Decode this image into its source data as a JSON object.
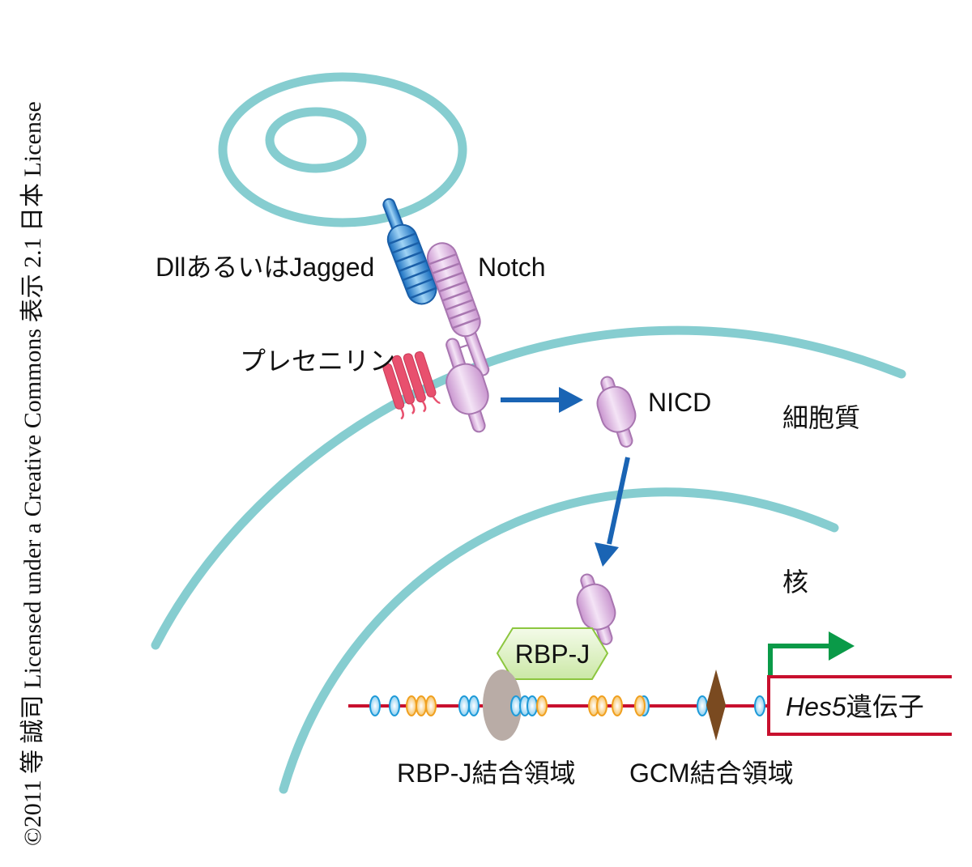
{
  "copyright": "©2011 等 誠司 Licensed under a Creative Commons 表示 2.1 日本 License",
  "labels": {
    "ligand": "DllあるいはJagged",
    "notch": "Notch",
    "presenilin": "プレセニリン",
    "nicd": "NICD",
    "cytoplasm": "細胞質",
    "nucleus": "核",
    "rbpj": "RBP-J",
    "rbpj_site": "RBP-J結合領域",
    "gcm_site": "GCM結合領域",
    "gene_italic": "Hes5",
    "gene_suffix": "遺伝子"
  },
  "colors": {
    "membrane": "#86cdd0",
    "ligand": "#1a72c0",
    "notch": "#d4a6d8",
    "presenilin": "#e8506e",
    "arrow": "#1a64b4",
    "rbpj": "#d9efc0",
    "dna": "#c8102e",
    "promoter_arrow": "#0a9a48",
    "gcm": "#7a4a20",
    "site_blue": "#1e9ad8",
    "site_orange": "#f0a020"
  }
}
